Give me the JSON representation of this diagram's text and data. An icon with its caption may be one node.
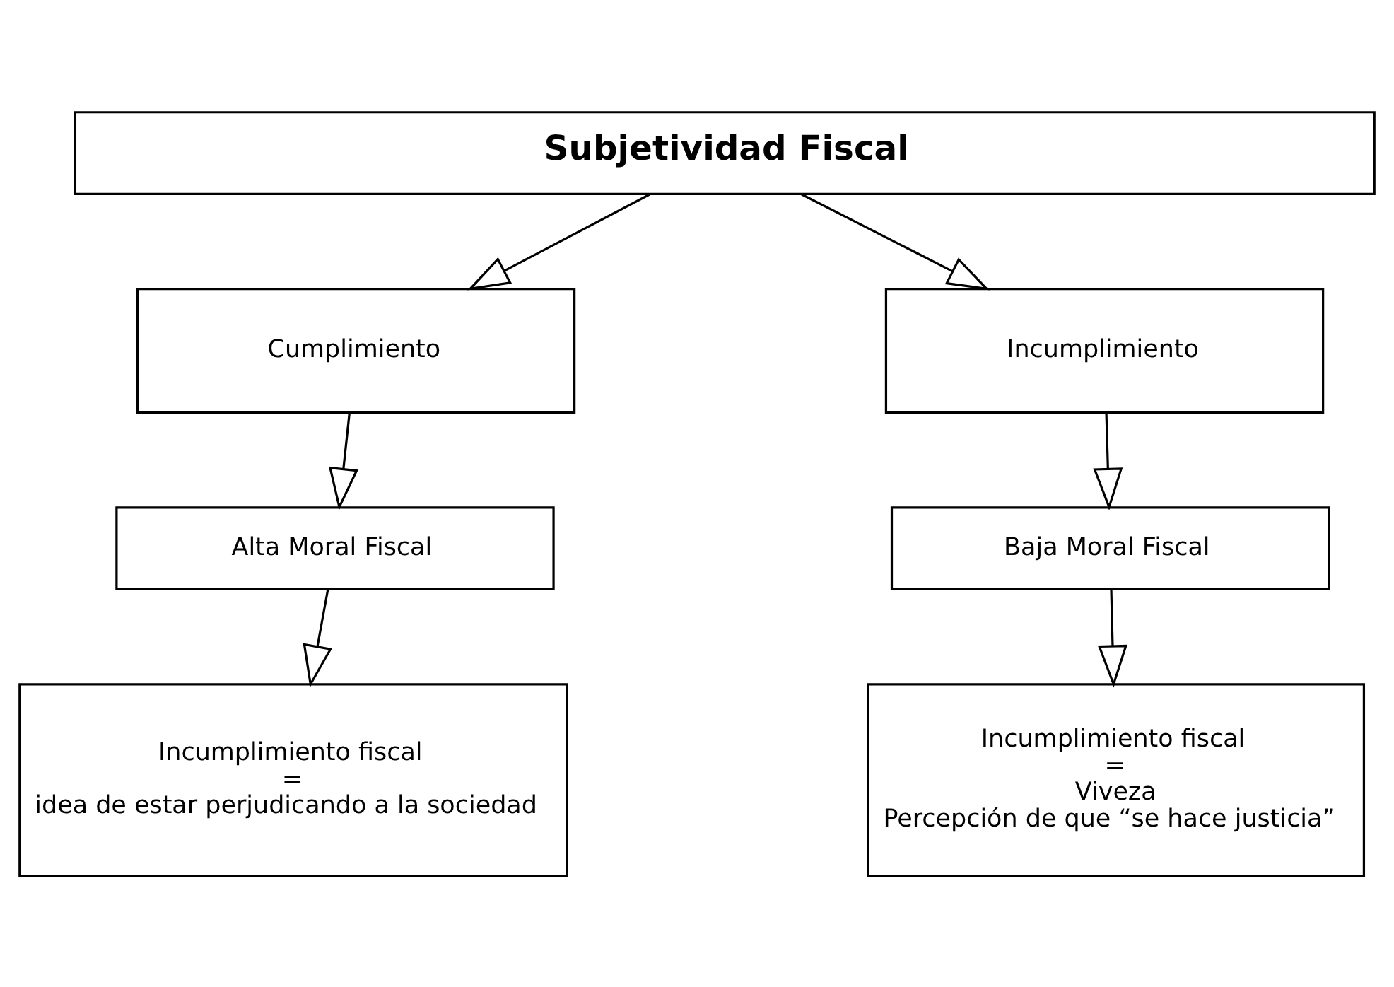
{
  "diagram": {
    "nodes": [
      {
        "text": [
          "Subjetividad Fiscal"
        ]
      },
      {
        "text": [
          "Cumplimiento"
        ]
      },
      {
        "text": [
          "Incumplimiento"
        ]
      },
      {
        "text": [
          "Alta Moral Fiscal"
        ]
      },
      {
        "text": [
          "Baja Moral Fiscal"
        ]
      },
      {
        "text": [
          "Incumplimiento fiscal",
          "=",
          "idea de estar perjudicando a la sociedad"
        ]
      },
      {
        "text": [
          "Incumplimiento fiscal",
          "=",
          "Viveza",
          "Percepción de que “se hace justicia”"
        ]
      }
    ],
    "edges": [
      {
        "from": 0,
        "to": 1,
        "arrow": "to"
      },
      {
        "from": 0,
        "to": 2,
        "arrow": "to"
      },
      {
        "from": 1,
        "to": 3,
        "arrow": "to"
      },
      {
        "from": 2,
        "to": 4,
        "arrow": "to"
      },
      {
        "from": 3,
        "to": 5,
        "arrow": "to"
      },
      {
        "from": 4,
        "to": 6,
        "arrow": "to"
      }
    ]
  }
}
